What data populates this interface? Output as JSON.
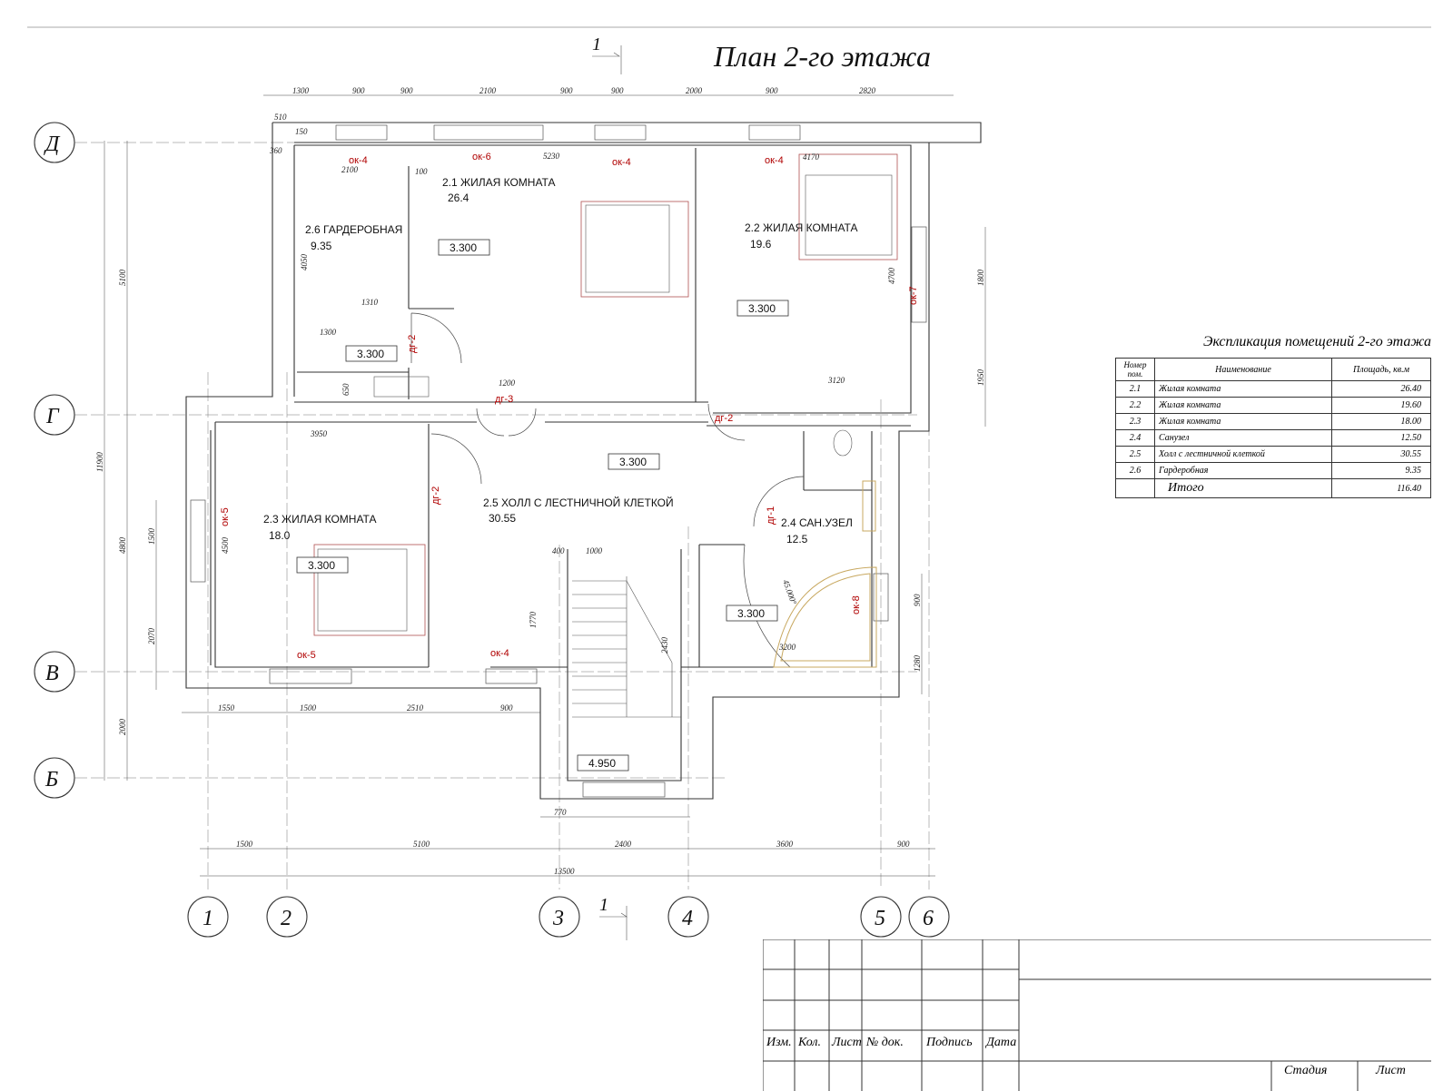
{
  "title": "План 2-го этажа",
  "section_mark": "1",
  "axes": {
    "rows": [
      "Д",
      "Г",
      "В",
      "Б"
    ],
    "cols": [
      "1",
      "2",
      "3",
      "4",
      "5",
      "6"
    ]
  },
  "rooms": [
    {
      "name": "2.1 ЖИЛАЯ КОМНАТА",
      "area": "26.4"
    },
    {
      "name": "2.2 ЖИЛАЯ КОМНАТА",
      "area": "19.6"
    },
    {
      "name": "2.3 ЖИЛАЯ КОМНАТА",
      "area": "18.0"
    },
    {
      "name": "2.4 САН.УЗЕЛ",
      "area": "12.5"
    },
    {
      "name": "2.5 ХОЛЛ С ЛЕСТНИЧНОЙ КЛЕТКОЙ",
      "area": "30.55"
    },
    {
      "name": "2.6 ГАРДЕРОБНАЯ",
      "area": "9.35"
    }
  ],
  "levels": [
    "3.300",
    "4.950"
  ],
  "openings": [
    "ок-4",
    "ок-5",
    "ок-6",
    "ок-7",
    "ок-8",
    "дг-1",
    "дг-2",
    "дг-3"
  ],
  "dims_top": [
    "1300",
    "900",
    "900",
    "2100",
    "900",
    "900",
    "2000",
    "900",
    "2820"
  ],
  "dims_bottom": [
    "1500",
    "5100",
    "2400",
    "3600",
    "900"
  ],
  "dims_total": "13500",
  "dims_wall": [
    "1550",
    "1500",
    "2510",
    "900"
  ],
  "dims_left": [
    "5100",
    "4800",
    "2000",
    "11900",
    "1500",
    "2070"
  ],
  "dims_right": [
    "1800",
    "1950",
    "900",
    "1280"
  ],
  "dims_misc": [
    "510",
    "150",
    "360",
    "100",
    "5230",
    "4170",
    "2100",
    "4050",
    "1310",
    "1300",
    "650",
    "1200",
    "3950",
    "3120",
    "400",
    "1000",
    "4500",
    "4700",
    "1770",
    "2430",
    "3200",
    "45.000°",
    "770"
  ],
  "explication": {
    "caption": "Экспликация помещений 2-го этажа",
    "headers": [
      "Номер пом.",
      "Наименование",
      "Площадь, кв.м"
    ],
    "rows": [
      {
        "num": "2.1",
        "name": "Жилая комната",
        "area": "26.40"
      },
      {
        "num": "2.2",
        "name": "Жилая комната",
        "area": "19.60"
      },
      {
        "num": "2.3",
        "name": "Жилая комната",
        "area": "18.00"
      },
      {
        "num": "2.4",
        "name": "Санузел",
        "area": "12.50"
      },
      {
        "num": "2.5",
        "name": "Холл с лестничной клеткой",
        "area": "30.55"
      },
      {
        "num": "2.6",
        "name": "Гардеробная",
        "area": "9.35"
      }
    ],
    "total_label": "Итого",
    "total": "116.40"
  },
  "stamp": {
    "cols": [
      "Изм.",
      "Кол.",
      "Лист",
      "№ док.",
      "Подпись",
      "Дата"
    ],
    "stage": "Стадия",
    "sheet": "Лист"
  }
}
